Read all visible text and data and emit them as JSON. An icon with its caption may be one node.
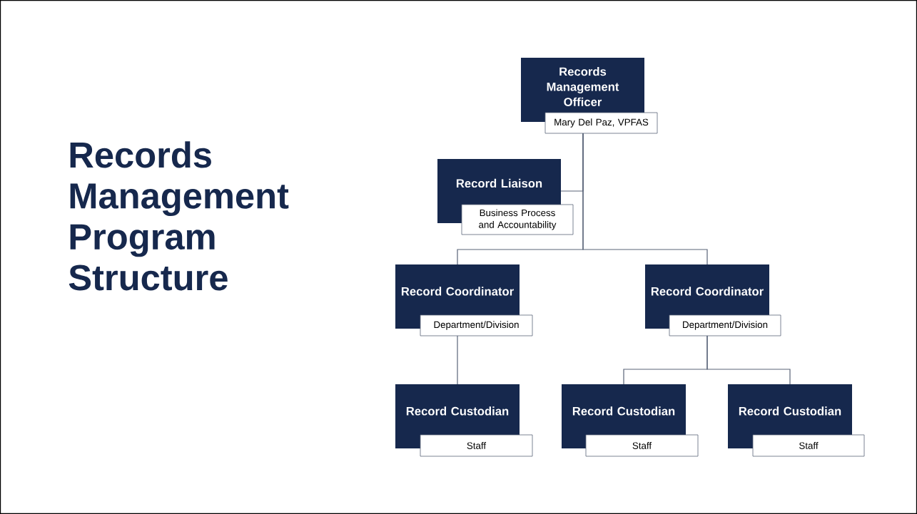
{
  "diagram": {
    "title": "Records Management Program Structure",
    "nodes": [
      {
        "text": [
          "Records Management Officer",
          "Mary Del Paz, VPFAS"
        ]
      },
      {
        "text": [
          "Record Liaison",
          "Business Process and Accountability"
        ]
      },
      {
        "text": [
          "Record Coordinator",
          "Department/Division"
        ]
      },
      {
        "text": [
          "Record Coordinator",
          "Department/Division"
        ]
      },
      {
        "text": [
          "Record Custodian",
          "Staff"
        ]
      },
      {
        "text": [
          "Record Custodian",
          "Staff"
        ]
      },
      {
        "text": [
          "Record Custodian",
          "Staff"
        ]
      }
    ],
    "edges": [
      {
        "from": 0,
        "to": 1,
        "arrow": "none"
      },
      {
        "from": 0,
        "to": 2,
        "arrow": "none"
      },
      {
        "from": 0,
        "to": 3,
        "arrow": "none"
      },
      {
        "from": 2,
        "to": 4,
        "arrow": "none"
      },
      {
        "from": 3,
        "to": 5,
        "arrow": "none"
      },
      {
        "from": 3,
        "to": 6,
        "arrow": "none"
      }
    ]
  }
}
